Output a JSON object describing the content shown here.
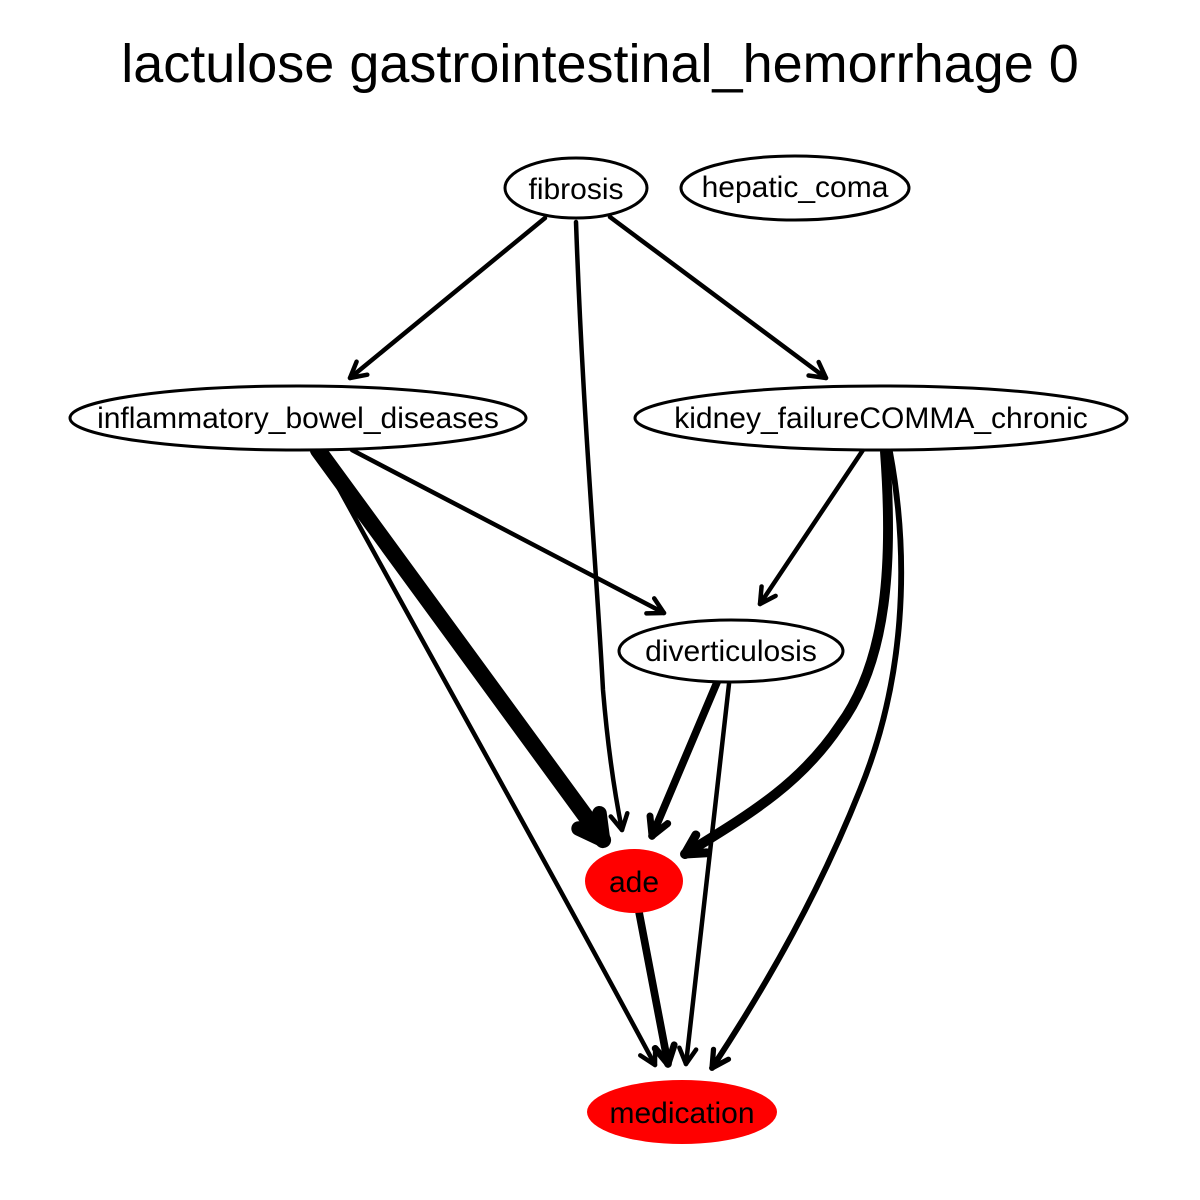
{
  "title": "lactulose gastrointestinal_hemorrhage 0",
  "colors": {
    "highlight_fill": "#ff0000",
    "default_fill": "#ffffff",
    "stroke": "#000000",
    "edge": "#000000"
  },
  "nodes": {
    "fibrosis": {
      "label": "fibrosis",
      "highlighted": false
    },
    "hepatic_coma": {
      "label": "hepatic_coma",
      "highlighted": false
    },
    "ibd": {
      "label": "inflammatory_bowel_diseases",
      "highlighted": false
    },
    "kidney": {
      "label": "kidney_failureCOMMA_chronic",
      "highlighted": false
    },
    "diverticulosis": {
      "label": "diverticulosis",
      "highlighted": false
    },
    "ade": {
      "label": "ade",
      "highlighted": true
    },
    "medication": {
      "label": "medication",
      "highlighted": true
    }
  },
  "edges": [
    {
      "from": "fibrosis",
      "to": "ibd",
      "weight": 1
    },
    {
      "from": "fibrosis",
      "to": "kidney",
      "weight": 1
    },
    {
      "from": "fibrosis",
      "to": "ade",
      "weight": 1
    },
    {
      "from": "ibd",
      "to": "diverticulosis",
      "weight": 1
    },
    {
      "from": "ibd",
      "to": "ade",
      "weight": 4
    },
    {
      "from": "ibd",
      "to": "medication",
      "weight": 1
    },
    {
      "from": "kidney",
      "to": "diverticulosis",
      "weight": 1
    },
    {
      "from": "kidney",
      "to": "ade",
      "weight": 3
    },
    {
      "from": "kidney",
      "to": "medication",
      "weight": 1.5
    },
    {
      "from": "diverticulosis",
      "to": "ade",
      "weight": 2
    },
    {
      "from": "diverticulosis",
      "to": "medication",
      "weight": 1
    },
    {
      "from": "ade",
      "to": "medication",
      "weight": 2
    }
  ]
}
